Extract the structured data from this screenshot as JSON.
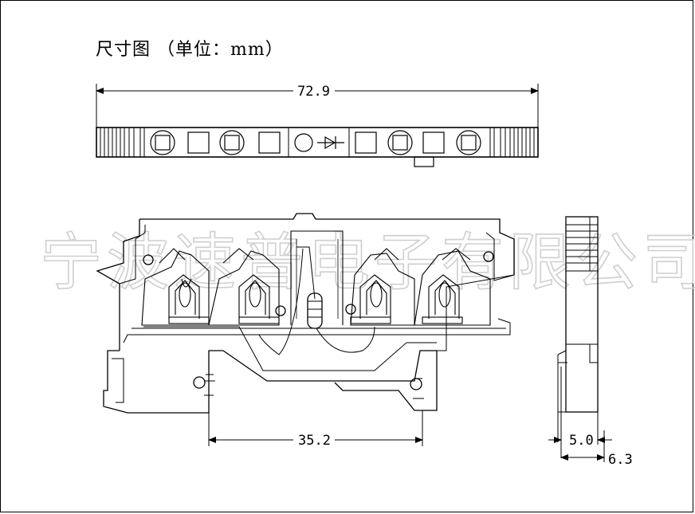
{
  "title": "尺寸图 （单位：mm）",
  "watermark": "宁波速普电子有限公司",
  "dimensions": {
    "total_length": "72.9",
    "mount_spacing": "35.2",
    "side_width_inner": "5.0",
    "side_width_outer": "6.3"
  },
  "colors": {
    "line": "#000000",
    "watermark": "#cfcfcf"
  }
}
